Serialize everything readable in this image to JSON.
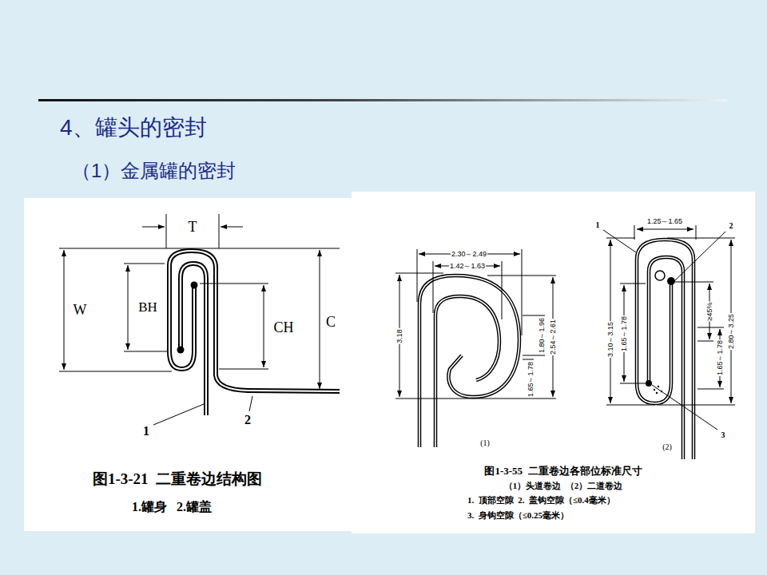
{
  "diagram": {
    "title": "4、罐头的密封",
    "labels": [
      "（1）金属罐的密封",
      "T",
      "W",
      "BH",
      "CH",
      "C",
      "1",
      "2",
      "图1-3-21  二重卷边结构图",
      "1.罐身   2.罐盖",
      "2.30～2.49",
      "1.42～1.63",
      "3.18",
      "1.65～1.78",
      "1.80～1.96",
      "2.54～2.61",
      "(1)",
      "1",
      "1.25～1.65",
      "2",
      "3.10～3.15",
      "1.65～1.78",
      "≥45%",
      "1.65～1.78",
      "2.80～3.25",
      "3",
      "(2)",
      "图1-3-55  二重卷边各部位标准尺寸",
      "（1）头道卷边  （2）二道卷边",
      "1.  顶部空隙  2.  盖钩空隙（≤0.4毫米）",
      "3.  身钩空隙（≤0.25毫米）"
    ]
  }
}
